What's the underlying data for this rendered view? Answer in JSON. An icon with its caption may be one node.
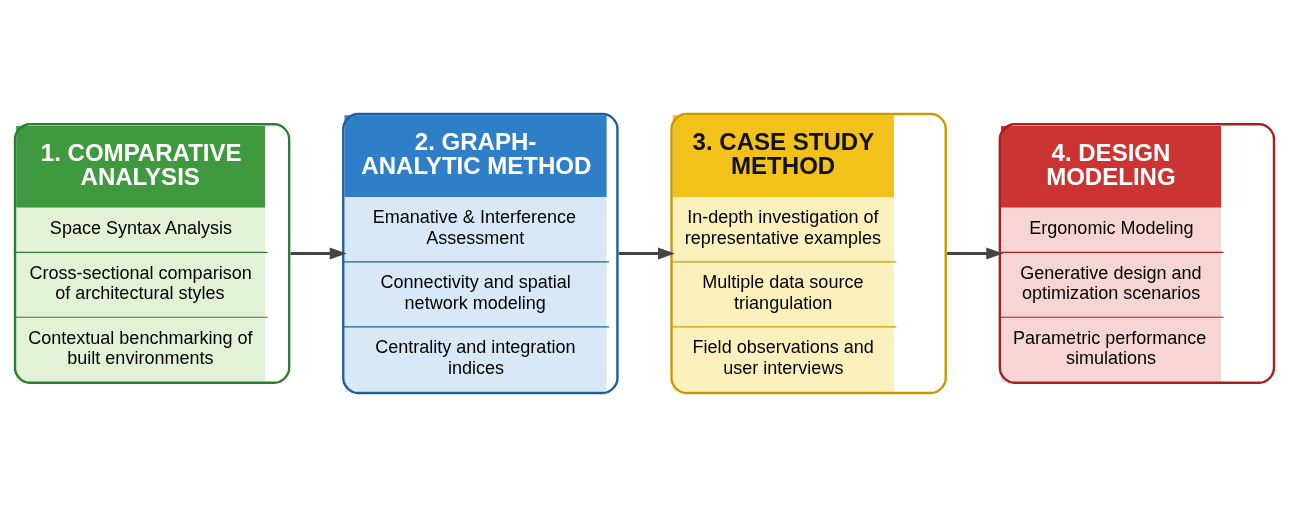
{
  "diagram": {
    "nodes": [
      {
        "text": [
          "1. COMPARATIVE ANALYSIS",
          "Space Syntax Analysis",
          "Cross-sectional comparison of architectural styles",
          "Contextual benchmarking of built environments"
        ]
      },
      {
        "text": [
          "2. GRAPH-ANALYTIC METHOD",
          "Emanative & Interference Assessment",
          "Connectivity and spatial network modeling",
          "Centrality and integration indices"
        ]
      },
      {
        "text": [
          "3. CASE STUDY METHOD",
          "In-depth investigation of representative examples",
          "Multiple data source triangulation",
          "Field observations and user interviews"
        ]
      },
      {
        "text": [
          "4. DESIGN MODELING",
          "Ergonomic Modeling",
          "Generative design and optimization scenarios",
          "Parametric performance simulations"
        ]
      }
    ],
    "edges": [
      {
        "from": 0,
        "to": 1,
        "arrow": "to"
      },
      {
        "from": 1,
        "to": 2,
        "arrow": "to"
      },
      {
        "from": 2,
        "to": 3,
        "arrow": "to"
      }
    ]
  }
}
